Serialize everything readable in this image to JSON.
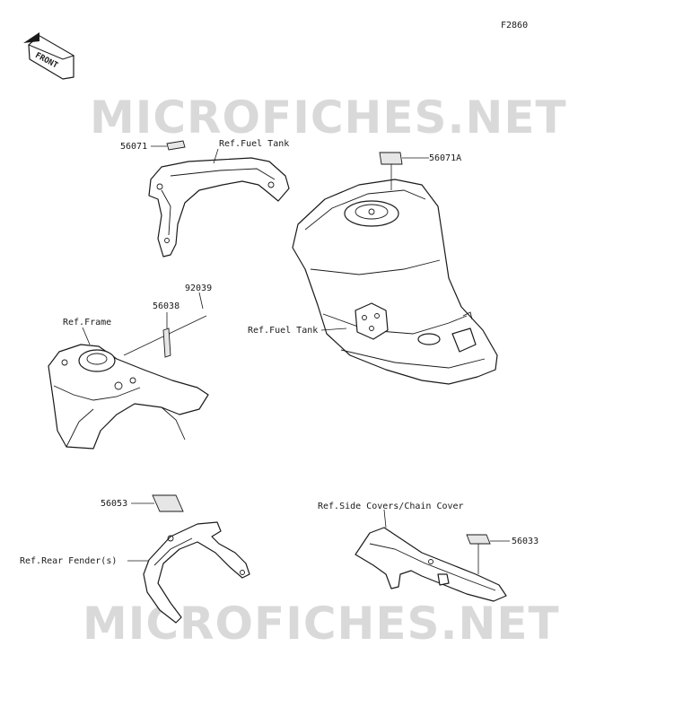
{
  "figure_code": "F2860",
  "front_arrow": {
    "label": "FRONT"
  },
  "watermark": "MICROFICHES.NET",
  "callouts": {
    "p56071": "56071",
    "ref_fuel_tank_top": "Ref.Fuel Tank",
    "p56071a": "56071A",
    "p92039": "92039",
    "p56038": "56038",
    "ref_frame": "Ref.Frame",
    "ref_fuel_tank_side": "Ref.Fuel Tank",
    "p56053": "56053",
    "ref_rear_fender": "Ref.Rear Fender(s)",
    "ref_side_covers": "Ref.Side Covers/Chain Cover",
    "p56033": "56033"
  },
  "colors": {
    "ink": "#1a1a1a",
    "watermark": "#d9d9d9",
    "decal_fill": "#e6e6e6"
  }
}
